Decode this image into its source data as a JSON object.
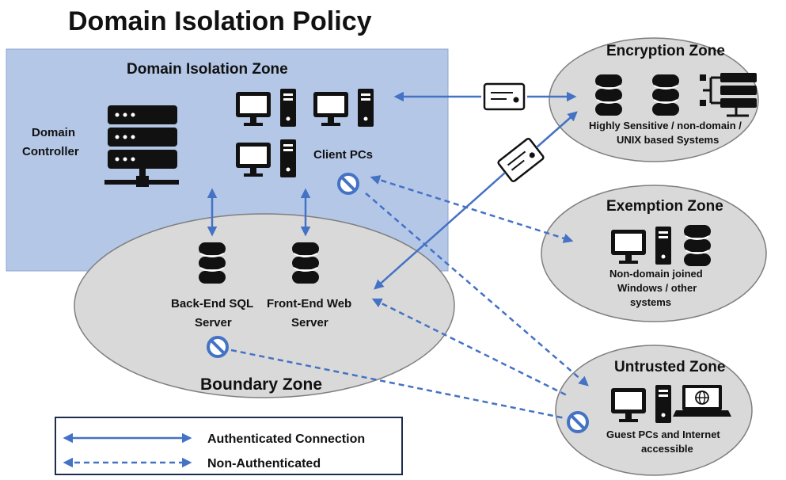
{
  "title": "Domain Isolation Policy",
  "zones": {
    "domain_isolation": {
      "label": "Domain Isolation Zone"
    },
    "boundary": {
      "label": "Boundary Zone"
    },
    "encryption": {
      "label": "Encryption Zone",
      "desc_line1": "Highly Sensitive / non-domain /",
      "desc_line2": "UNIX based Systems"
    },
    "exemption": {
      "label": "Exemption Zone",
      "desc_line1": "Non-domain joined",
      "desc_line2": "Windows / other",
      "desc_line3": "systems"
    },
    "untrusted": {
      "label": "Untrusted Zone",
      "desc_line1": "Guest PCs and Internet",
      "desc_line2": "accessible"
    }
  },
  "nodes": {
    "domain_controller": {
      "line1": "Domain",
      "line2": "Controller"
    },
    "client_pcs": {
      "label": "Client PCs"
    },
    "sql_server": {
      "line1": "Back-End SQL",
      "line2": "Server"
    },
    "web_server": {
      "line1": "Front-End Web",
      "line2": "Server"
    }
  },
  "legend": {
    "authenticated": "Authenticated Connection",
    "non_authenticated": "Non-Authenticated"
  },
  "colors": {
    "connector": "#4472c4",
    "domain_zone_fill": "#b4c7e7",
    "zone_fill": "#d9d9d9",
    "zone_stroke": "#7f7f7f",
    "icon": "#111111"
  },
  "icons": [
    "server-rack-icon",
    "desktop-pc-icon",
    "database-icon",
    "network-server-icon",
    "laptop-globe-icon",
    "certificate-icon",
    "blocked-icon"
  ]
}
